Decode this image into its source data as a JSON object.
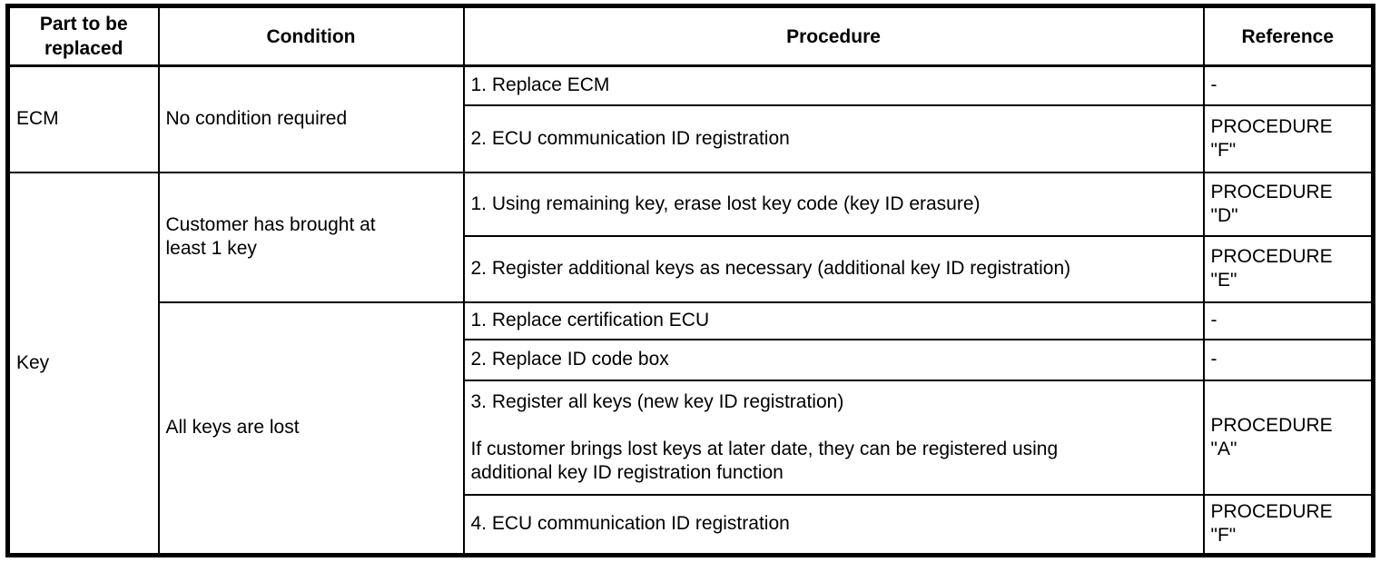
{
  "table": {
    "headers": {
      "part": "Part to be\nreplaced",
      "condition": "Condition",
      "procedure": "Procedure",
      "reference": "Reference"
    },
    "groups": [
      {
        "part": "ECM",
        "conditions": [
          {
            "condition": "No condition required",
            "steps": [
              {
                "procedure": "1. Replace ECM",
                "reference": "-"
              },
              {
                "procedure": "2. ECU communication ID registration",
                "reference": "PROCEDURE\n\"F\""
              }
            ]
          }
        ]
      },
      {
        "part": "Key",
        "conditions": [
          {
            "condition": "Customer has brought at\nleast 1 key",
            "steps": [
              {
                "procedure": "1. Using remaining key, erase lost key code (key ID erasure)",
                "reference": "PROCEDURE\n\"D\""
              },
              {
                "procedure": "2. Register additional keys as necessary (additional key ID registration)",
                "reference": "PROCEDURE\n\"E\""
              }
            ]
          },
          {
            "condition": "All keys are lost",
            "steps": [
              {
                "procedure": "1. Replace certification ECU",
                "reference": "-"
              },
              {
                "procedure": "2. Replace ID code box",
                "reference": "-"
              },
              {
                "procedure": "3. Register all keys (new key ID registration)\n\nIf customer brings lost keys at later date, they can be registered using\nadditional key ID registration function",
                "reference": "PROCEDURE\n\"A\""
              },
              {
                "procedure": "4. ECU communication ID registration",
                "reference": "PROCEDURE\n\"F\""
              }
            ]
          }
        ]
      }
    ],
    "colors": {
      "border": "#000000",
      "text": "#000000",
      "background": "#ffffff"
    }
  }
}
